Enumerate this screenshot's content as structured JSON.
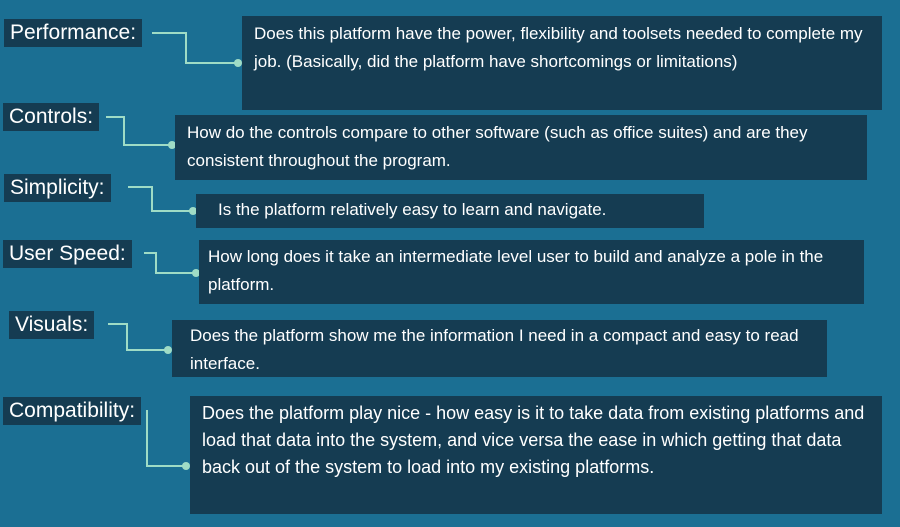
{
  "colors": {
    "background": "#1b6f93",
    "box_fill": "#153c52",
    "connector": "#9fdcc6",
    "text": "#ffffff"
  },
  "items": [
    {
      "label": "Performance:",
      "text": "Does this platform have the power, flexibility and toolsets needed to complete my job.  (Basically, did the platform have shortcomings or limitations)"
    },
    {
      "label": "Controls:",
      "text": "How do the controls compare to other software (such as office suites) and are they consistent throughout the program."
    },
    {
      "label": "Simplicity:",
      "text": "Is the platform relatively easy to learn and navigate."
    },
    {
      "label": "User Speed:",
      "text": "How long does it take an intermediate level user to build and analyze a pole in the platform."
    },
    {
      "label": "Visuals:",
      "text": "Does the platform show me the information I need in a compact and easy to read interface."
    },
    {
      "label": "Compatibility:",
      "text": "Does the platform play nice - how easy is it to take data from existing platforms and load that data into the system, and vice versa the ease in which getting that data back out of the system to load into my existing platforms."
    }
  ]
}
